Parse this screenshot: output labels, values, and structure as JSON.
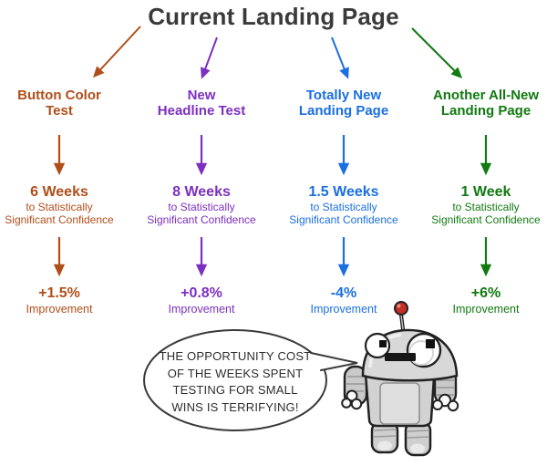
{
  "title": "Current Landing Page",
  "title_color": "#3A3A3A",
  "columns": [
    {
      "name": "Button Color Test",
      "color": "#B04E1A",
      "title_line1": "Button Color",
      "title_line2": "Test",
      "duration": "6 Weeks",
      "duration_sub1": "to Statistically",
      "duration_sub2": "Significant Confidence",
      "improvement": "+1.5%",
      "improvement_label": "Improvement"
    },
    {
      "name": "New Headline Test",
      "color": "#7C30C0",
      "title_line1": "New",
      "title_line2": "Headline Test",
      "duration": "8 Weeks",
      "duration_sub1": "to Statistically",
      "duration_sub2": "Significant Confidence",
      "improvement": "+0.8%",
      "improvement_label": "Improvement"
    },
    {
      "name": "Totally New Landing Page",
      "color": "#1B6FE0",
      "title_line1": "Totally New",
      "title_line2": "Landing Page",
      "duration": "1.5 Weeks",
      "duration_sub1": "to Statistically",
      "duration_sub2": "Significant Confidence",
      "improvement": "-4%",
      "improvement_label": "Improvement"
    },
    {
      "name": "Another All-New Landing Page",
      "color": "#117A11",
      "title_line1": "Another All-New",
      "title_line2": "Landing Page",
      "duration": "1 Week",
      "duration_sub1": "to Statistically",
      "duration_sub2": "Significant Confidence",
      "improvement": "+6%",
      "improvement_label": "Improvement"
    }
  ],
  "speech_bubble": {
    "lines": [
      "THE OPPORTUNITY COST",
      "OF THE WEEKS SPENT",
      "TESTING FOR SMALL",
      "WINS IS TERRIFYING!"
    ],
    "outline_color": "#3A3A3A"
  },
  "robot": {
    "icon": "robot-mascot",
    "antenna_color": "#C03024"
  }
}
